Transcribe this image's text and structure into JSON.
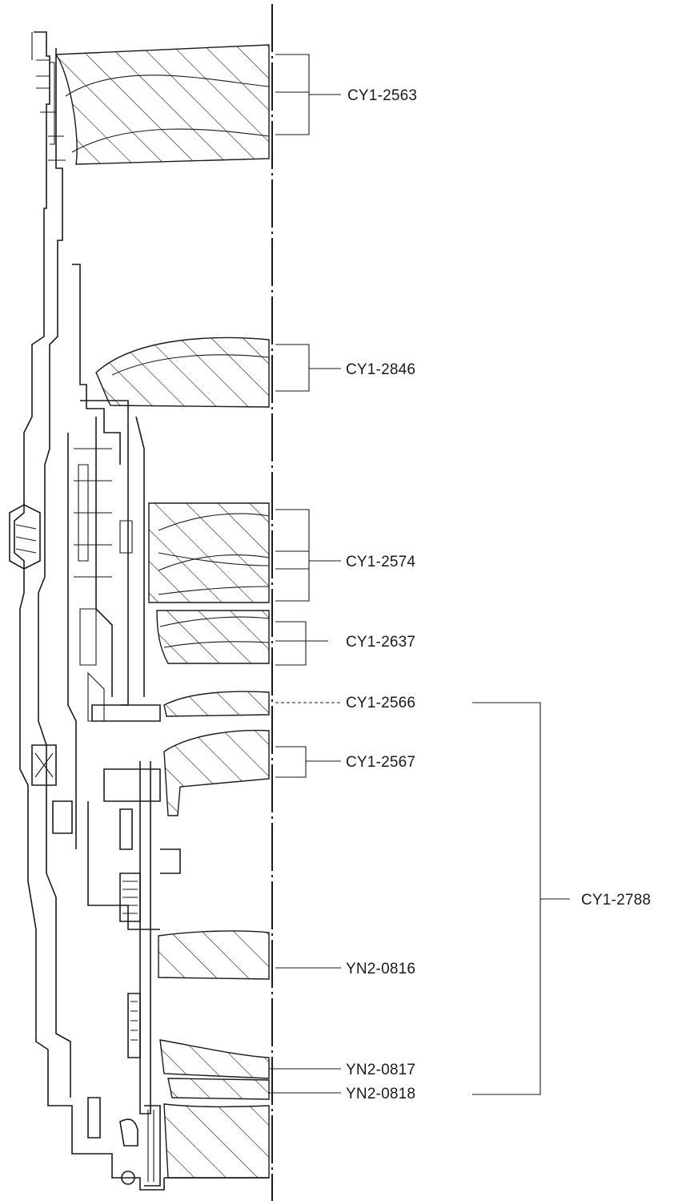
{
  "labels": {
    "cy1_2563": "CY1-2563",
    "cy1_2846": "CY1-2846",
    "cy1_2574": "CY1-2574",
    "cy1_2637": "CY1-2637",
    "cy1_2566": "CY1-2566",
    "cy1_2567": "CY1-2567",
    "cy1_2788": "CY1-2788",
    "yn2_0816": "YN2-0816",
    "yn2_0817": "YN2-0817",
    "yn2_0818": "YN2-0818"
  }
}
